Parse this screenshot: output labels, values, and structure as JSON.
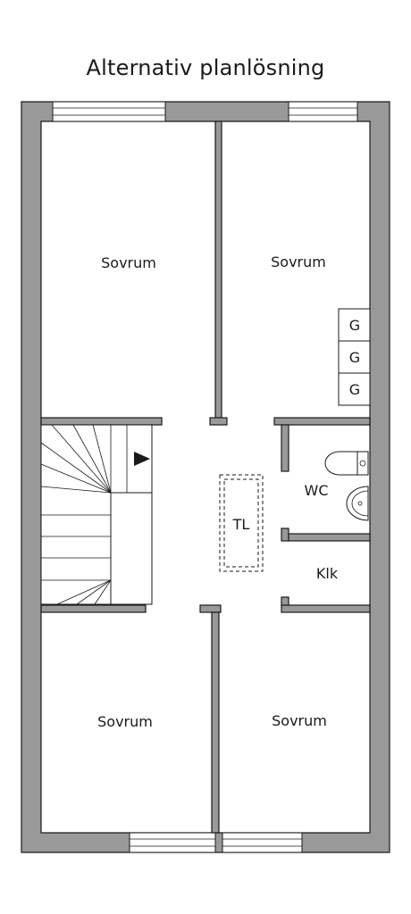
{
  "title": "Alternativ planlösning",
  "rooms": {
    "bedroom_top_left": "Sovrum",
    "bedroom_top_right": "Sovrum",
    "bedroom_bottom_left": "Sovrum",
    "bedroom_bottom_right": "Sovrum",
    "wc": "WC",
    "closet": "Klk",
    "laundry": "TL"
  },
  "wardrobes": [
    "G",
    "G",
    "G"
  ],
  "colors": {
    "wall": "#999999",
    "line": "#1a1a1a",
    "background": "#ffffff"
  }
}
